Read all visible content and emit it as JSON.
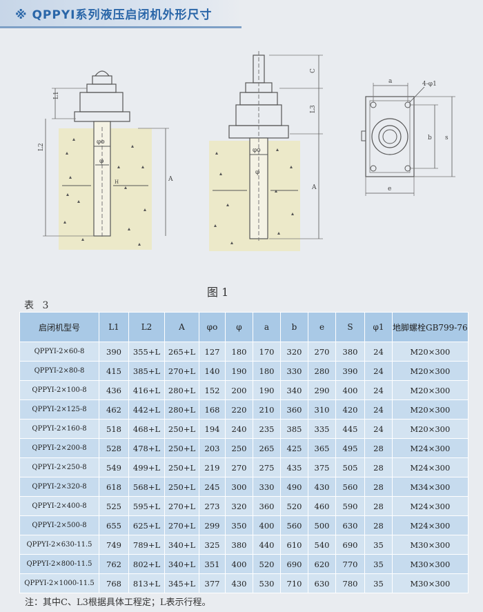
{
  "title": "※ QPPYI系列液压启闭机外形尺寸",
  "figure_caption": "图 1",
  "table_caption": "表  3",
  "drawing_labels": {
    "fig1": [
      "L1",
      "L2",
      "A",
      "φo",
      "φ",
      "H"
    ],
    "fig2": [
      "C",
      "L3",
      "A",
      "φo",
      "φ"
    ],
    "fig3": [
      "a",
      "4-φ1",
      "b",
      "s",
      "e"
    ]
  },
  "table": {
    "headers": [
      "启闭机型号",
      "L1",
      "L2",
      "A",
      "φo",
      "φ",
      "a",
      "b",
      "e",
      "S",
      "φ1",
      "地脚螺栓GB799-76"
    ],
    "rows": [
      [
        "QPPYI-2×60-8",
        "390",
        "355+L",
        "265+L",
        "127",
        "180",
        "170",
        "320",
        "270",
        "380",
        "24",
        "M20×300"
      ],
      [
        "QPPYI-2×80-8",
        "415",
        "385+L",
        "270+L",
        "140",
        "190",
        "180",
        "330",
        "280",
        "390",
        "24",
        "M20×300"
      ],
      [
        "QPPYI-2×100-8",
        "436",
        "416+L",
        "280+L",
        "152",
        "200",
        "190",
        "340",
        "290",
        "400",
        "24",
        "M20×300"
      ],
      [
        "QPPYI-2×125-8",
        "462",
        "442+L",
        "280+L",
        "168",
        "220",
        "210",
        "360",
        "310",
        "420",
        "24",
        "M20×300"
      ],
      [
        "QPPYI-2×160-8",
        "518",
        "468+L",
        "250+L",
        "194",
        "240",
        "235",
        "385",
        "335",
        "445",
        "24",
        "M20×300"
      ],
      [
        "QPPYI-2×200-8",
        "528",
        "478+L",
        "250+L",
        "203",
        "250",
        "265",
        "425",
        "365",
        "495",
        "28",
        "M24×300"
      ],
      [
        "QPPYI-2×250-8",
        "549",
        "499+L",
        "250+L",
        "219",
        "270",
        "275",
        "435",
        "375",
        "505",
        "28",
        "M24×300"
      ],
      [
        "QPPYI-2×320-8",
        "618",
        "568+L",
        "250+L",
        "245",
        "300",
        "330",
        "490",
        "430",
        "560",
        "28",
        "M34×300"
      ],
      [
        "QPPYI-2×400-8",
        "525",
        "595+L",
        "270+L",
        "273",
        "320",
        "360",
        "520",
        "460",
        "590",
        "28",
        "M24×300"
      ],
      [
        "QPPYI-2×500-8",
        "655",
        "625+L",
        "270+L",
        "299",
        "350",
        "400",
        "560",
        "500",
        "630",
        "28",
        "M24×300"
      ],
      [
        "QPPYI-2×630-11.5",
        "749",
        "789+L",
        "340+L",
        "325",
        "380",
        "440",
        "610",
        "540",
        "690",
        "35",
        "M30×300"
      ],
      [
        "QPPYI-2×800-11.5",
        "762",
        "802+L",
        "340+L",
        "351",
        "400",
        "520",
        "690",
        "620",
        "770",
        "35",
        "M30×300"
      ],
      [
        "QPPYI-2×1000-11.5",
        "768",
        "813+L",
        "345+L",
        "377",
        "430",
        "530",
        "710",
        "630",
        "780",
        "35",
        "M30×300"
      ]
    ]
  },
  "note": "注：其中C、L3根据具体工程定；L表示行程。"
}
